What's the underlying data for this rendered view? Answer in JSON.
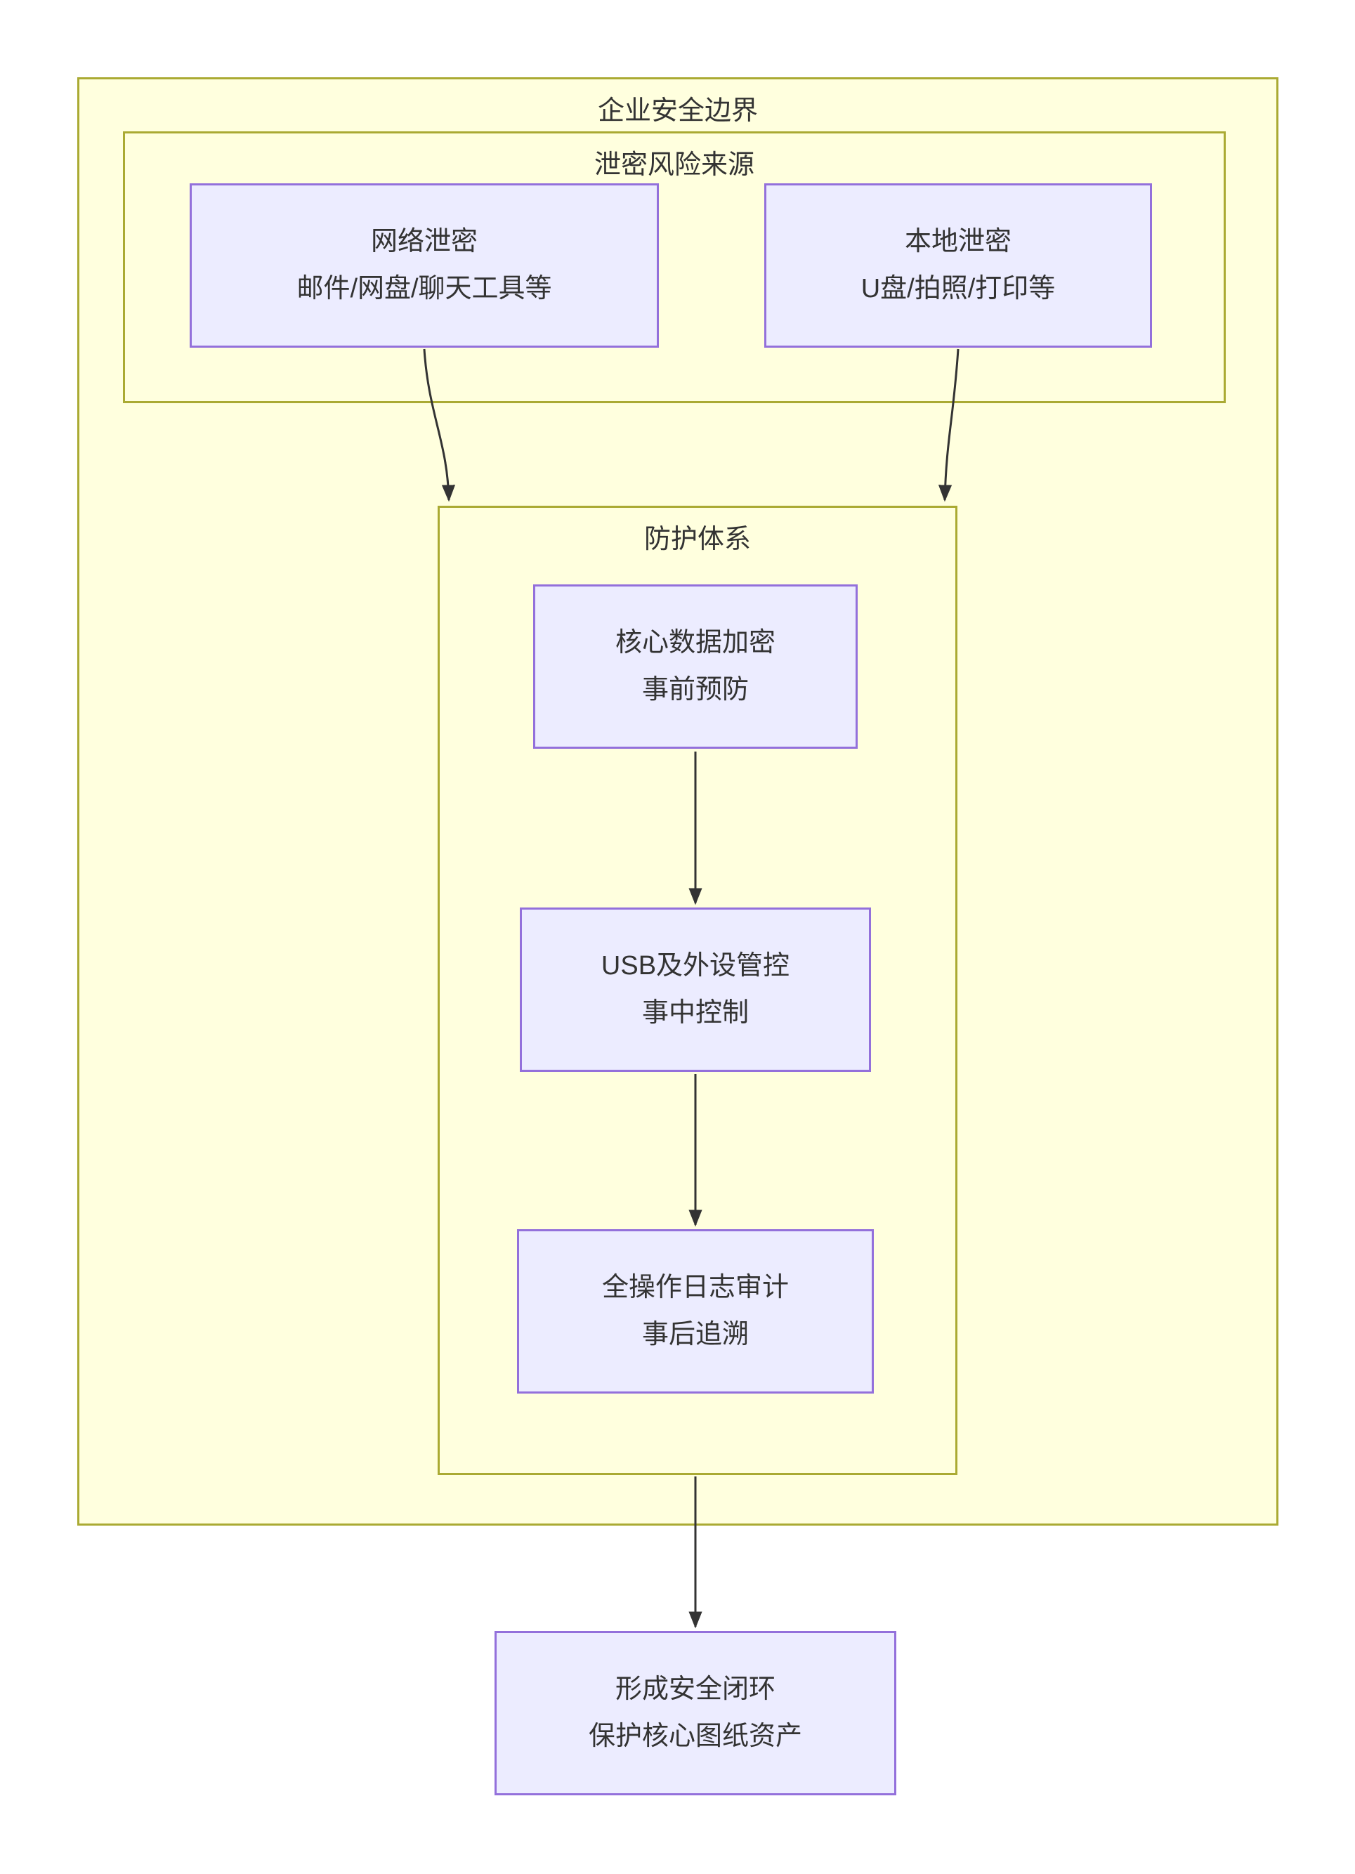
{
  "diagram": {
    "outer": {
      "label": "企业安全边界"
    },
    "sources": {
      "label": "泄密风险来源"
    },
    "protection": {
      "label": "防护体系"
    },
    "nodes": {
      "network_leak": {
        "lines": [
          "网络泄密",
          "邮件/网盘/聊天工具等"
        ]
      },
      "local_leak": {
        "lines": [
          "本地泄密",
          "U盘/拍照/打印等"
        ]
      },
      "encryption": {
        "lines": [
          "核心数据加密",
          "事前预防"
        ]
      },
      "usb_control": {
        "lines": [
          "USB及外设管控",
          "事中控制"
        ]
      },
      "audit_log": {
        "lines": [
          "全操作日志审计",
          "事后追溯"
        ]
      },
      "closure": {
        "lines": [
          "形成安全闭环",
          "保护核心图纸资产"
        ]
      }
    },
    "edges": [
      {
        "from": "network_leak",
        "to": "protection"
      },
      {
        "from": "local_leak",
        "to": "protection"
      },
      {
        "from": "encryption",
        "to": "usb_control"
      },
      {
        "from": "usb_control",
        "to": "audit_log"
      },
      {
        "from": "protection",
        "to": "closure"
      }
    ],
    "colors": {
      "node_fill": "#ECECFF",
      "node_border": "#9370DB",
      "container_fill": "#FFFFDE",
      "container_border": "#AAAA33",
      "edge": "#333333",
      "text": "#333333"
    }
  }
}
